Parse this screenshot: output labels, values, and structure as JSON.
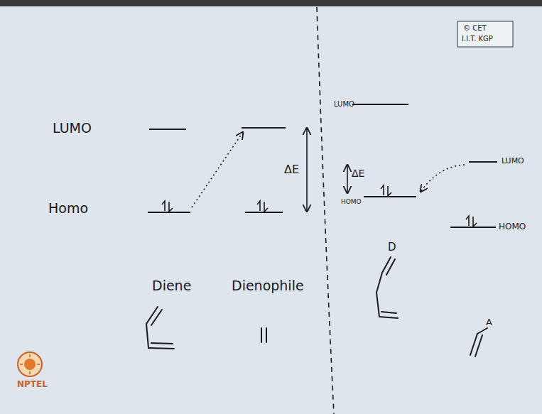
{
  "diagram": {
    "labels": [
      "© CET",
      "I.I.T. KGP",
      "LUMO",
      "Homo",
      "ΔE",
      "Diene",
      "Dienophile",
      "LUMO",
      "ΔE",
      "HOMO",
      "LUMO",
      "HOMO",
      "D",
      "A",
      "NPTEL"
    ]
  }
}
